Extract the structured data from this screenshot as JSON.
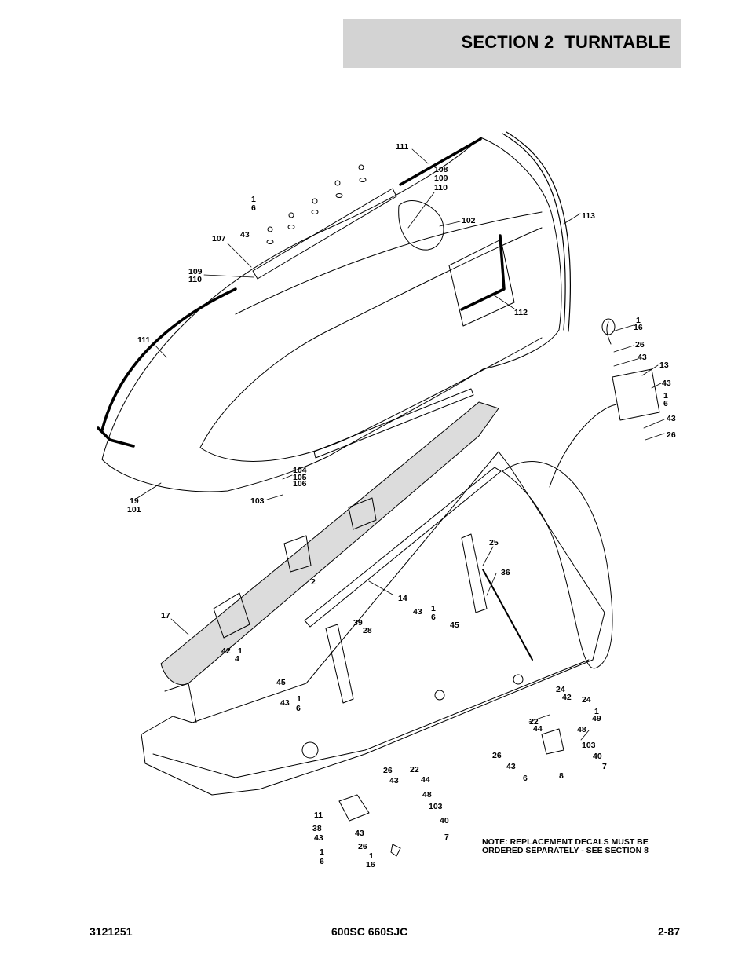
{
  "header": {
    "section": "SECTION 2",
    "title": "TURNTABLE"
  },
  "note": {
    "line1": "NOTE: REPLACEMENT DECALS MUST BE",
    "line2": "ORDERED SEPARATELY - SEE SECTION 8"
  },
  "footer": {
    "doc_number": "3121251",
    "model": "600SC 660SJC",
    "page": "2-87"
  },
  "callouts": {
    "c111a": "111",
    "c108": "108",
    "c109a": "109",
    "c110a": "110",
    "c102": "102",
    "c113": "113",
    "c1a": "1",
    "c6a": "6",
    "c43a": "43",
    "c107": "107",
    "c109b": "109",
    "c110b": "110",
    "c112": "112",
    "c111b": "111",
    "c1b": "1",
    "c16a": "16",
    "c26a": "26",
    "c43b": "43",
    "c13": "13",
    "c43c": "43",
    "c1c": "1",
    "c6b": "6",
    "c43d": "43",
    "c26b": "26",
    "c104": "104",
    "c105": "105",
    "c106": "106",
    "c103a": "103",
    "c19": "19",
    "c101": "101",
    "c25": "25",
    "c36": "36",
    "c2": "2",
    "c14": "14",
    "c1d": "1",
    "c6c": "6",
    "c43e": "43",
    "c45a": "45",
    "c17": "17",
    "c39": "39",
    "c28": "28",
    "c42a": "42",
    "c1e": "1",
    "c4": "4",
    "c45b": "45",
    "c43f": "43",
    "c1f": "1",
    "c6d": "6",
    "c24a": "24",
    "c42b": "42",
    "c24b": "24",
    "c1g": "1",
    "c49": "49",
    "c22a": "22",
    "c44a": "44",
    "c48a": "48",
    "c103b": "103",
    "c26c": "26",
    "c43g": "43",
    "c40a": "40",
    "c7a": "7",
    "c6e": "6",
    "c8": "8",
    "c26d": "26",
    "c22b": "22",
    "c43h": "43",
    "c44b": "44",
    "c48b": "48",
    "c11": "11",
    "c103c": "103",
    "c38": "38",
    "c43i": "43",
    "c40b": "40",
    "c43j": "43",
    "c7b": "7",
    "c26e": "26",
    "c1h": "1",
    "c6f": "6",
    "c1i": "1",
    "c16b": "16"
  }
}
